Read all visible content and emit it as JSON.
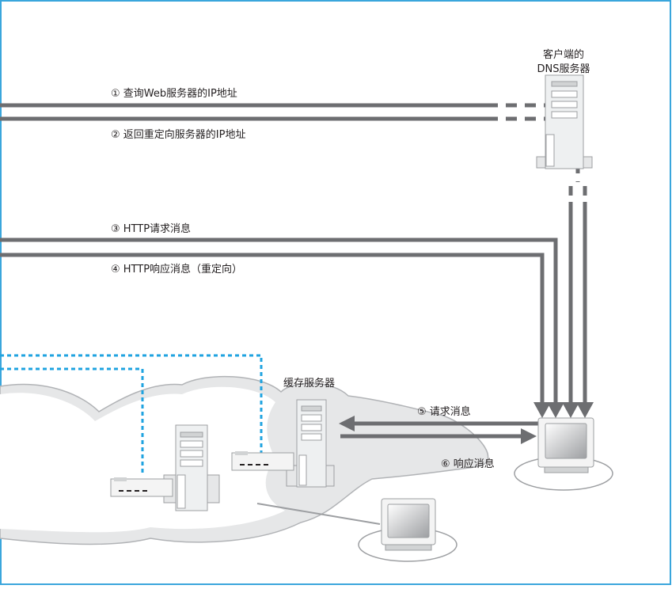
{
  "labels": {
    "dns_server_line1": "客户端的",
    "dns_server_line2": "DNS服务器",
    "step1": "① 查询Web服务器的IP地址",
    "step2": "② 返回重定向服务器的IP地址",
    "step3": "③ HTTP请求消息",
    "step4": "④ HTTP响应消息（重定向）",
    "cache_server": "缓存服务器",
    "step5": "⑤ 请求消息",
    "step6": "⑥ 响应消息"
  },
  "colors": {
    "frame": "#3aa6dc",
    "arrow": "#6d6e71",
    "dashed_region": "#1fa3e0",
    "cloud_fill": "#e6e7e8",
    "cloud_stroke": "#b1b3b6",
    "server_fill": "#eef0f1",
    "server_stroke": "#9d9fa2"
  }
}
